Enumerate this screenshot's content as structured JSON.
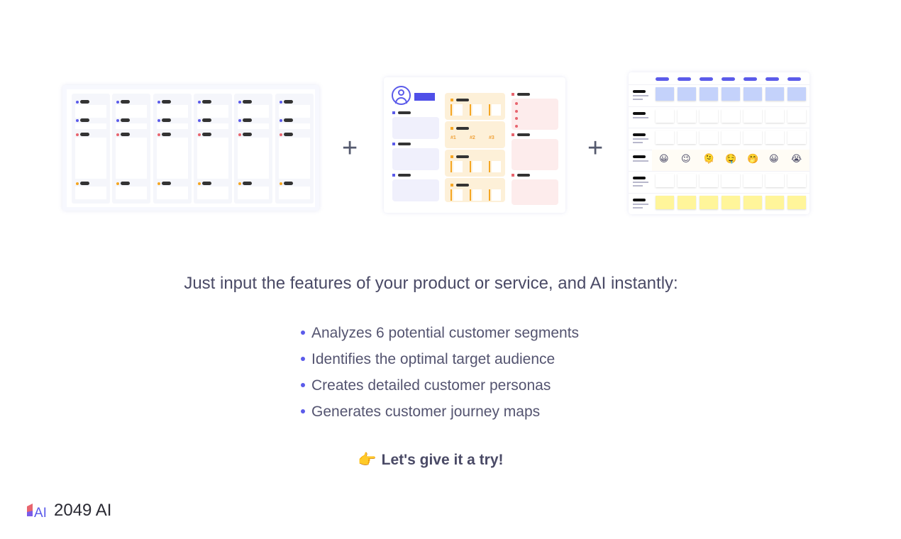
{
  "illustrations": {
    "plus_sign": "+",
    "avatar_tags": [
      "#1",
      "#2",
      "#3"
    ],
    "emotions": [
      "😀",
      "😉",
      "🫠",
      "🤤",
      "🤭",
      "😀",
      "😭"
    ]
  },
  "heading": "Just input the features of your product or service, and AI instantly:",
  "features": [
    "Analyzes 6 potential customer segments",
    "Identifies the optimal target audience",
    "Creates detailed customer personas",
    "Generates customer journey maps"
  ],
  "cta": {
    "icon": "👈",
    "label": "Let's give it a try!"
  },
  "brand": {
    "name": "2049 AI",
    "logo_text": "AI"
  },
  "colors": {
    "accent": "#5b5bea",
    "red": "#e8656f",
    "orange": "#f5a623",
    "yellow": "#fff59a",
    "blue_cell": "#c4d2fb"
  }
}
